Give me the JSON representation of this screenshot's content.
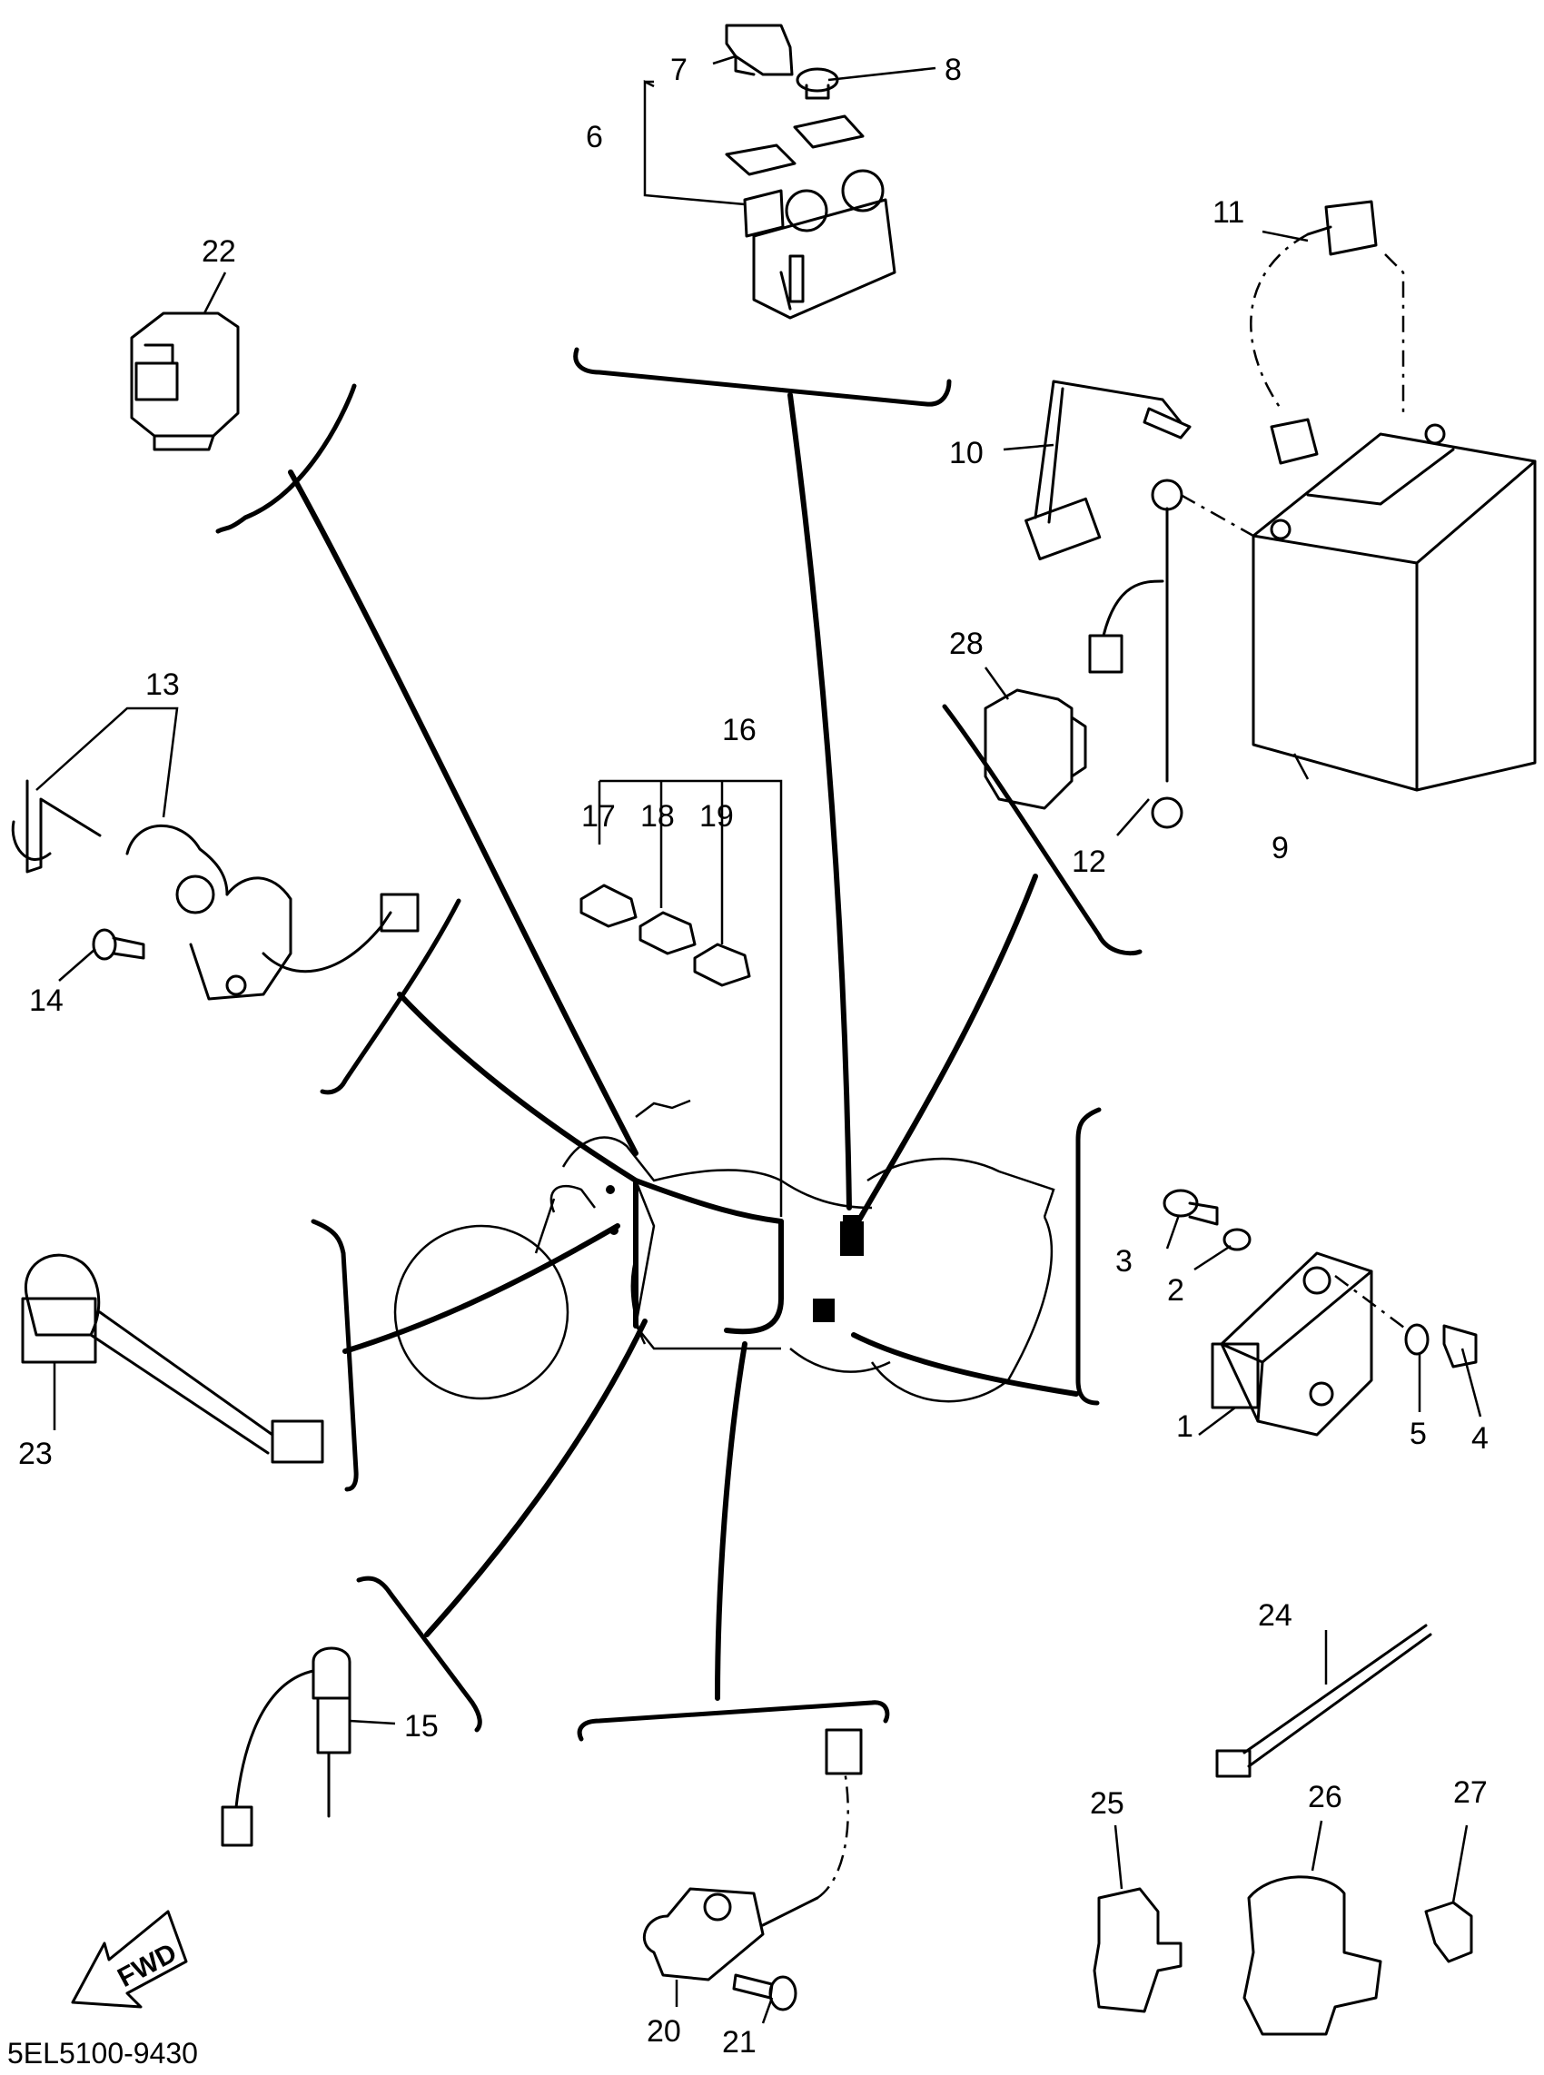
{
  "diagram": {
    "part_numbers": [
      "1",
      "2",
      "3",
      "4",
      "5",
      "6",
      "7",
      "8",
      "9",
      "10",
      "11",
      "12",
      "13",
      "14",
      "15",
      "16",
      "17",
      "18",
      "19",
      "20",
      "21",
      "22",
      "23",
      "24",
      "25",
      "26",
      "27",
      "28"
    ],
    "fwd_label": "FWD",
    "catalog_code": "5EL5100-9430"
  }
}
